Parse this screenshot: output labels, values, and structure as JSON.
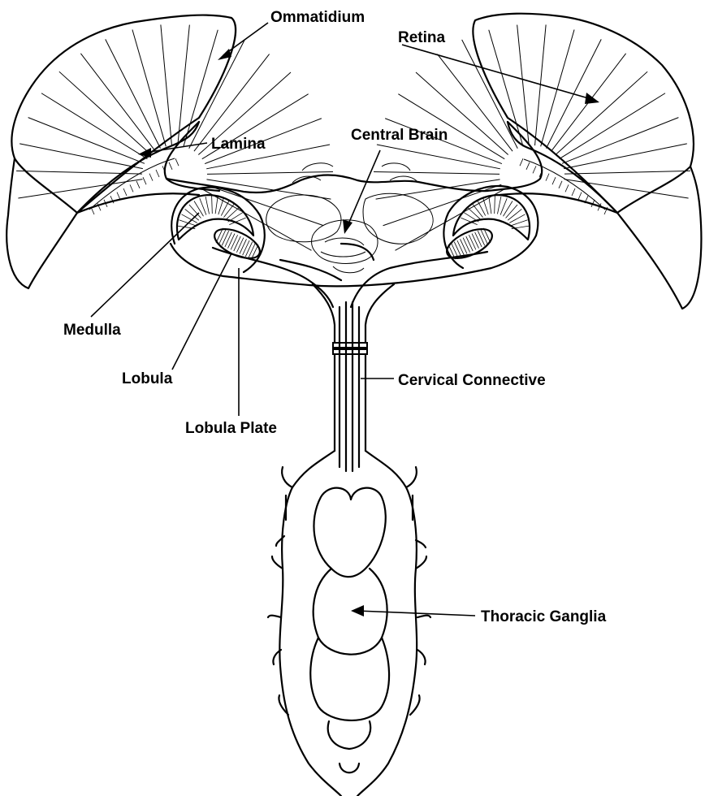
{
  "labels": {
    "ommatidium": "Ommatidium",
    "retina": "Retina",
    "lamina": "Lamina",
    "central_brain": "Central Brain",
    "medulla": "Medulla",
    "lobula": "Lobula",
    "lobula_plate": "Lobula Plate",
    "cervical_connective": "Cervical Connective",
    "thoracic_ganglia": "Thoracic Ganglia"
  }
}
